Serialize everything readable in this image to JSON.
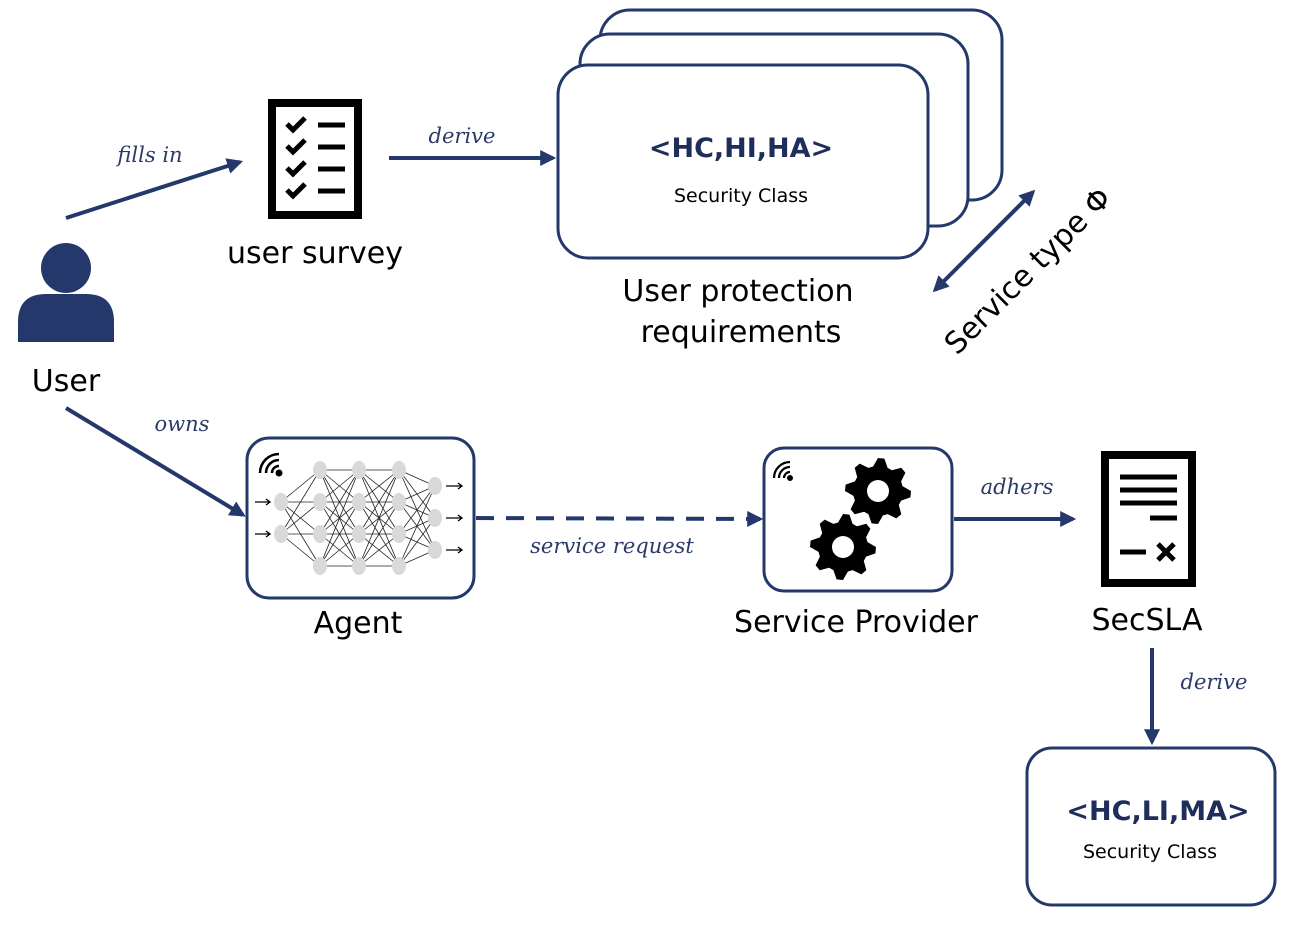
{
  "nodes": {
    "user": {
      "label": "User"
    },
    "survey": {
      "label": "user survey"
    },
    "requirements": {
      "label_line1": "User protection",
      "label_line2": "requirements",
      "security_class": "<HC,HI,HA>",
      "security_class_caption": "Security Class"
    },
    "service_type": {
      "label": "Service type Φ"
    },
    "agent": {
      "label": "Agent"
    },
    "service_provider": {
      "label": "Service Provider"
    },
    "secsla": {
      "label": "SecSLA"
    },
    "derived_class": {
      "security_class": "<HC,LI,MA>",
      "security_class_caption": "Security Class"
    }
  },
  "edges": {
    "fills_in": "fills in",
    "derive_1": "derive",
    "owns": "owns",
    "service_request": "service request",
    "adhers": "adhers",
    "derive_2": "derive"
  },
  "colors": {
    "accent": "#24386b",
    "icon": "#24386b",
    "text_dark": "#1f2d5a"
  }
}
